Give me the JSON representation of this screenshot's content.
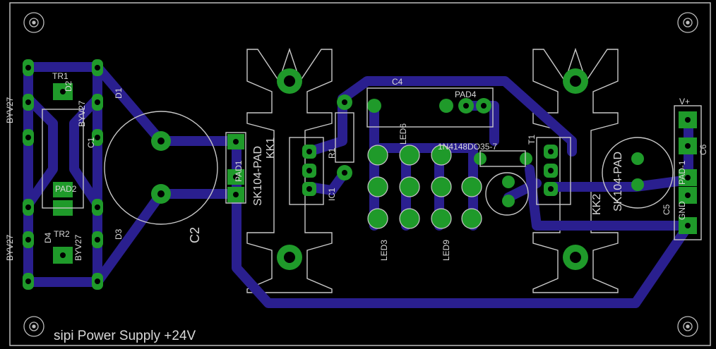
{
  "title": "sipi Power Supply +24V",
  "labels": {
    "byv27_top": "BYV27",
    "byv27_bottom": "BYV27",
    "tr1": "TR1",
    "d2": "D2",
    "d1": "D1",
    "byv27_d1": "BYV27",
    "c1": "C1",
    "pad2": "PAD2",
    "d4": "D4",
    "d3": "D3",
    "tr2": "TR2",
    "byv27_d3": "BYV27",
    "c2": "C2",
    "pad1": "PAD1",
    "sk104pad_1": "SK104-PAD",
    "kk1": "KK1",
    "ic1": "IC1",
    "r1": "R1",
    "c4": "C4",
    "pad4": "PAD4",
    "led6": "LED6",
    "led3": "LED3",
    "led9": "LED9",
    "diode_label": "1N4148DO35-7",
    "t1": "T1",
    "kk2": "KK2",
    "sk104pad_2": "SK104-PAD",
    "c5": "C5",
    "c6": "C6",
    "pad_1b": "PAD-1",
    "v_plus": "V+",
    "gnd": "GND"
  },
  "colors": {
    "background": "#000000",
    "trace": "#2a1f8f",
    "pad": "#1f9a2a",
    "silkscreen": "#c8c8c8"
  }
}
